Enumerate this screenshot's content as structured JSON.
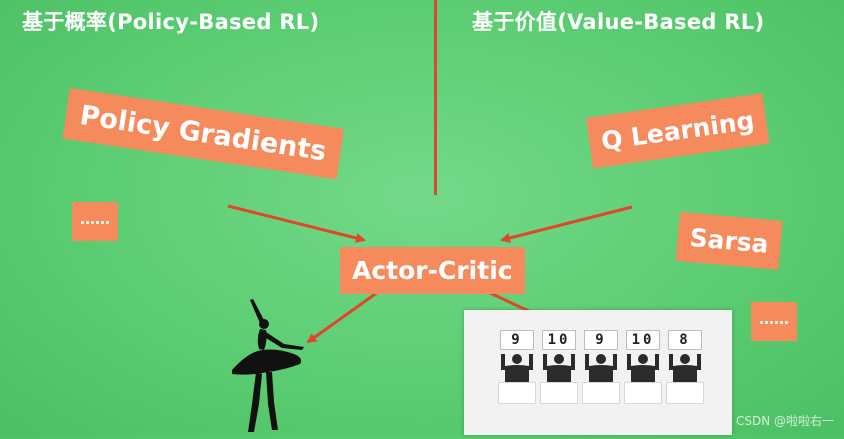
{
  "headings": {
    "left": "基于概率(Policy-Based RL)",
    "right": "基于价值(Value-Based RL)"
  },
  "tags": {
    "policy_gradients": "Policy Gradients",
    "left_ellipsis": "……",
    "q_learning": "Q Learning",
    "sarsa": "Sarsa",
    "right_ellipsis": "……",
    "actor_critic": "Actor-Critic"
  },
  "scores": [
    "9",
    "10",
    "9",
    "10",
    "8"
  ],
  "watermark": "CSDN @啦啦右一",
  "colors": {
    "background": "#5ccd72",
    "tag": "#f58a5c",
    "arrow": "#e0472a",
    "divider": "#d24d2c"
  }
}
